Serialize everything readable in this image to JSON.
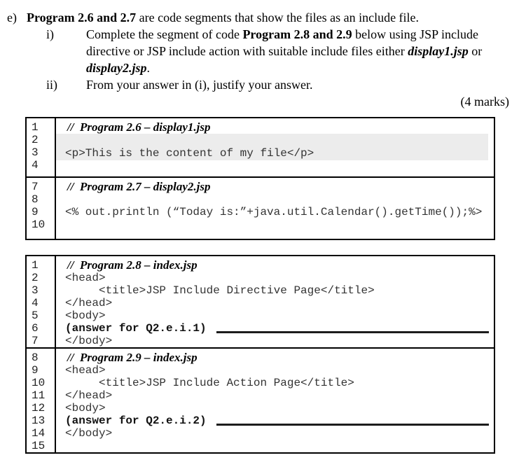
{
  "colors": {
    "highlight_bg": "#ececec",
    "border": "#000000",
    "code_text": "#333333"
  },
  "question": {
    "e_marker": "e)",
    "e_bold": "Program 2.6 and 2.7",
    "e_rest": " are code segments that show the files as an include file.",
    "i_marker": "i)",
    "i_p1": "Complete the segment of code ",
    "i_b1": "Program 2.8 and 2.9",
    "i_p2": " below using JSP include directive or JSP include action with suitable include files either ",
    "i_bi1": "display1.jsp",
    "i_p3": " or ",
    "i_bi2": "display2.jsp",
    "i_p4": ".",
    "ii_marker": "ii)",
    "ii_text": "From your answer in (i), justify your answer.",
    "marks": "(4 marks)"
  },
  "listing1": {
    "seg1": {
      "nums": "1\n2\n3\n4",
      "title": "//  Program 2.6 – display1.jsp",
      "code": "<p>This is the content of my file</p>"
    },
    "seg2": {
      "nums": "7\n8\n9\n10",
      "title": "//  Program 2.7 – display2.jsp",
      "code": "<% out.println (“Today is:”+java.util.Calendar().getTime());%>"
    }
  },
  "listing2": {
    "seg1": {
      "nums": "1\n2\n3\n4\n5\n6\n7",
      "title": "//  Program 2.8 – index.jsp",
      "pre_lines": [
        "<head>",
        "     <title>JSP Include Directive Page</title>",
        "</head>",
        "<body>"
      ],
      "answer_label": "(answer for Q2.e.i.1)",
      "post_lines": [
        "</body>"
      ]
    },
    "seg2": {
      "nums": "8\n9\n10\n11\n12\n13\n14\n15",
      "title": "//  Program 2.9 – index.jsp",
      "pre_lines": [
        "<head>",
        "     <title>JSP Include Action Page</title>",
        "</head>",
        "<body>"
      ],
      "answer_label": "(answer for Q2.e.i.2)",
      "post_lines": [
        "</body>"
      ]
    }
  }
}
